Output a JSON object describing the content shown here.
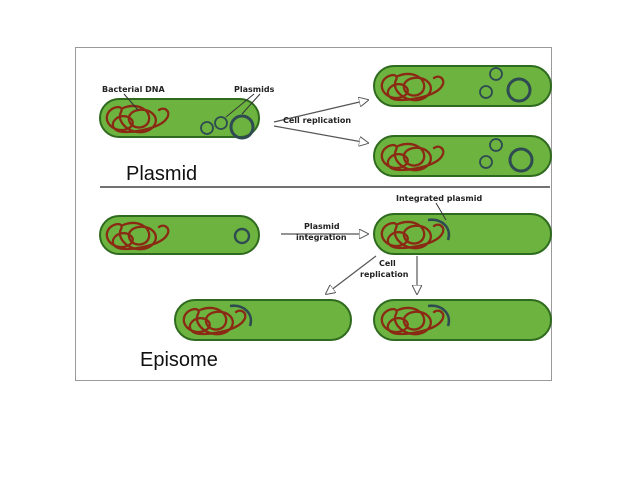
{
  "labels": {
    "bacterial_dna": "Bacterial DNA",
    "plasmids": "Plasmids",
    "cell_replication_top": "Cell replication",
    "plasmid_section": "Plasmid",
    "integrated_plasmid": "Integrated plasmid",
    "plasmid_integration_line1": "Plasmid",
    "plasmid_integration_line2": "integration",
    "cell_replication_bottom_line1": "Cell",
    "cell_replication_bottom_line2": "replication",
    "episome_section": "Episome"
  },
  "colors": {
    "cell_fill": "#6db33f",
    "cell_border": "#2f6b1f",
    "chromosome": "#8a2a14",
    "plasmid_ring": "#2e4b52",
    "arrow": "#555555"
  }
}
